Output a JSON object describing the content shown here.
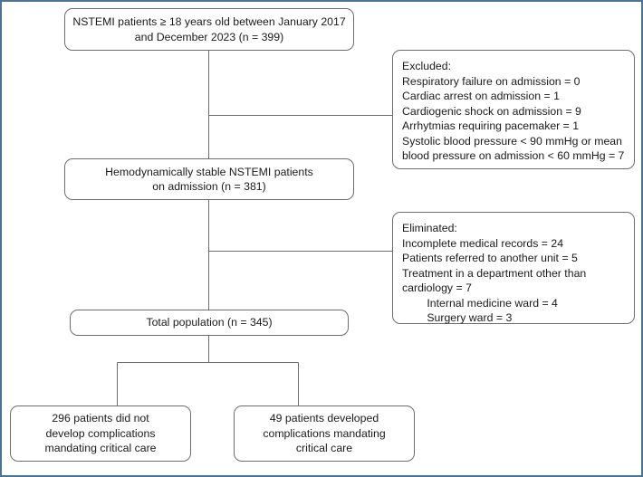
{
  "diagram": {
    "title": "NSTEMI patient selection flow diagram",
    "frame_color": "#4d7394",
    "box_border_color": "#6d6d6d",
    "line_color": "#6d6d6d",
    "text_color": "#1a1a1a",
    "background": "#ffffff"
  },
  "nodes": {
    "source": {
      "id": "source-population",
      "text": "NSTEMI patients ≥ 18 years old between January 2017\nand December 2023 (n = 399)"
    },
    "stable": {
      "id": "hemodynamically-stable",
      "text": "Hemodynamically stable NSTEMI patients\non admission (n = 381)"
    },
    "total": {
      "id": "total-population",
      "text": "Total population (n = 345)"
    },
    "no_complications": {
      "id": "no-complications-outcome",
      "text": "296 patients did not\ndevelop complications\nmandating critical care"
    },
    "complications": {
      "id": "complications-outcome",
      "text": "49 patients developed\ncomplications mandating\ncritical care"
    },
    "excluded": {
      "id": "excluded-criteria",
      "heading": "Excluded:",
      "text": "Excluded:\nRespiratory failure on admission = 0\nCardiac arrest on admission = 1\nCardiogenic shock on admission = 9\nArrhytmias requiring pacemaker = 1\nSystolic blood pressure < 90 mmHg or mean\nblood pressure on admission < 60 mmHg = 7",
      "items": [
        "Respiratory failure on admission = 0",
        "Cardiac arrest on admission = 1",
        "Cardiogenic shock on admission = 9",
        "Arrhytmias requiring pacemaker = 1",
        "Systolic blood pressure < 90 mmHg or mean blood pressure on admission < 60 mmHg = 7"
      ]
    },
    "eliminated": {
      "id": "eliminated-criteria",
      "heading": "Eliminated:",
      "text": "Eliminated:\nIncomplete medical records = 24\nPatients referred to another unit = 5\nTreatment in a department other than\ncardiology = 7\n        Internal medicine ward = 4\n        Surgery ward = 3",
      "items": [
        "Incomplete medical records = 24",
        "Patients referred to another unit = 5",
        "Treatment in a department other than cardiology = 7",
        "Internal medicine ward = 4",
        "Surgery ward = 3"
      ]
    }
  },
  "chart_data": {
    "type": "diagram",
    "title": "NSTEMI patient selection flow diagram",
    "flow": [
      {
        "step": 1,
        "label": "NSTEMI patients ≥ 18 years old between January 2017 and December 2023",
        "n": 399
      },
      {
        "step": 2,
        "label": "Hemodynamically stable NSTEMI patients on admission",
        "n": 381
      },
      {
        "step": 3,
        "label": "Total population",
        "n": 345
      }
    ],
    "exclusions": [
      {
        "group": "Excluded",
        "reason": "Respiratory failure on admission",
        "n": 0
      },
      {
        "group": "Excluded",
        "reason": "Cardiac arrest on admission",
        "n": 1
      },
      {
        "group": "Excluded",
        "reason": "Cardiogenic shock on admission",
        "n": 9
      },
      {
        "group": "Excluded",
        "reason": "Arrhytmias requiring pacemaker",
        "n": 1
      },
      {
        "group": "Excluded",
        "reason": "Systolic blood pressure < 90 mmHg or mean blood pressure on admission < 60 mmHg",
        "n": 7
      },
      {
        "group": "Eliminated",
        "reason": "Incomplete medical records",
        "n": 24
      },
      {
        "group": "Eliminated",
        "reason": "Patients referred to another unit",
        "n": 5
      },
      {
        "group": "Eliminated",
        "reason": "Treatment in a department other than cardiology",
        "n": 7
      },
      {
        "group": "Eliminated",
        "reason": "Internal medicine ward",
        "n": 4
      },
      {
        "group": "Eliminated",
        "reason": "Surgery ward",
        "n": 3
      }
    ],
    "outcomes": [
      {
        "label": "296 patients did not develop complications mandating critical care",
        "n": 296
      },
      {
        "label": "49 patients developed complications mandating critical care",
        "n": 49
      }
    ]
  }
}
